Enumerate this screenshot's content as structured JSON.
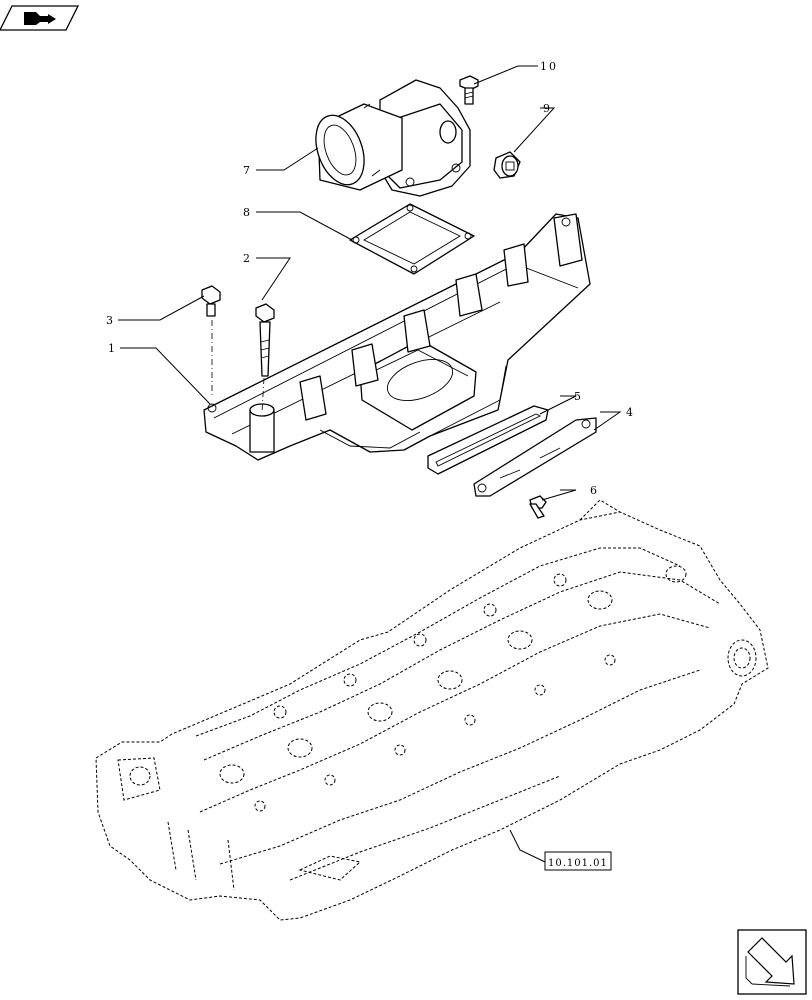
{
  "callouts": {
    "c1": "1",
    "c2": "2",
    "c3": "3",
    "c4": "4",
    "c5": "5",
    "c6": "6",
    "c7": "7",
    "c8": "8",
    "c9": "9",
    "c10": "10"
  },
  "reference": "10.101.01",
  "icons": {
    "top_left": "book-arrow-icon",
    "bottom_right": "next-page-arrow-icon"
  }
}
